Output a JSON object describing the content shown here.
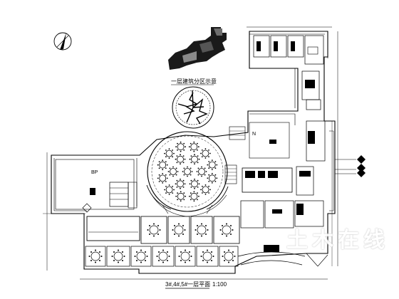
{
  "drawing": {
    "plan_title": "3#,4#,5#一层平面",
    "scale": "1:100",
    "keyplan_label": "一层建筑分区示意",
    "room_labels": [
      "BP",
      "N"
    ],
    "watermark": "土木在线",
    "grid_bubble_count": 3
  },
  "colors": {
    "ink": "#000000",
    "paper": "#ffffff"
  }
}
